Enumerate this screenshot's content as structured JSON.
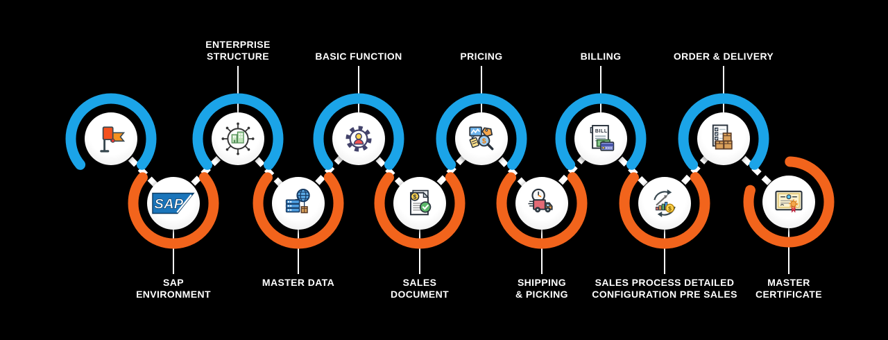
{
  "diagram": {
    "background": "#000000",
    "colors": {
      "top_ring": "#1ba4e8",
      "bottom_ring": "#f2641c",
      "connector": "#ffffff",
      "label_text": "#ffffff"
    },
    "currency_symbol": "$",
    "sap_logo_text": "SAP",
    "bill_text": "BILL",
    "nodes": [
      {
        "id": "kick-off-flag",
        "row": "top",
        "icon": "flag-icon",
        "label_lines": []
      },
      {
        "id": "sap-environment",
        "row": "bottom",
        "icon": "sap-logo-icon",
        "label_lines": [
          "SAP",
          "ENVIRONMENT"
        ]
      },
      {
        "id": "enterprise-structure",
        "row": "top",
        "icon": "enterprise-network-icon",
        "label_lines": [
          "ENTERPRISE",
          "STRUCTURE"
        ]
      },
      {
        "id": "master-data",
        "row": "bottom",
        "icon": "server-globe-icon",
        "label_lines": [
          "MASTER DATA"
        ]
      },
      {
        "id": "basic-function",
        "row": "top",
        "icon": "gear-user-icon",
        "label_lines": [
          "BASIC FUNCTION"
        ]
      },
      {
        "id": "sales-document",
        "row": "bottom",
        "icon": "document-check-icon",
        "label_lines": [
          "SALES",
          "DOCUMENT"
        ]
      },
      {
        "id": "pricing",
        "row": "top",
        "icon": "price-analysis-icon",
        "label_lines": [
          "PRICING"
        ]
      },
      {
        "id": "shipping-picking",
        "row": "bottom",
        "icon": "delivery-truck-icon",
        "label_lines": [
          "SHIPPING",
          "& PICKING"
        ]
      },
      {
        "id": "billing",
        "row": "top",
        "icon": "bill-payment-icon",
        "label_lines": [
          "BILLING"
        ]
      },
      {
        "id": "sales-process",
        "row": "bottom",
        "icon": "process-cycle-icon",
        "label_lines": [
          "SALES PROCESS DETAILED",
          "CONFIGURATION PRE SALES"
        ]
      },
      {
        "id": "order-delivery",
        "row": "top",
        "icon": "order-checklist-icon",
        "label_lines": [
          "ORDER & DELIVERY"
        ]
      },
      {
        "id": "master-certificate",
        "row": "bottom",
        "icon": "certificate-icon",
        "label_lines": [
          "MASTER",
          "CERTIFICATE"
        ]
      }
    ]
  }
}
